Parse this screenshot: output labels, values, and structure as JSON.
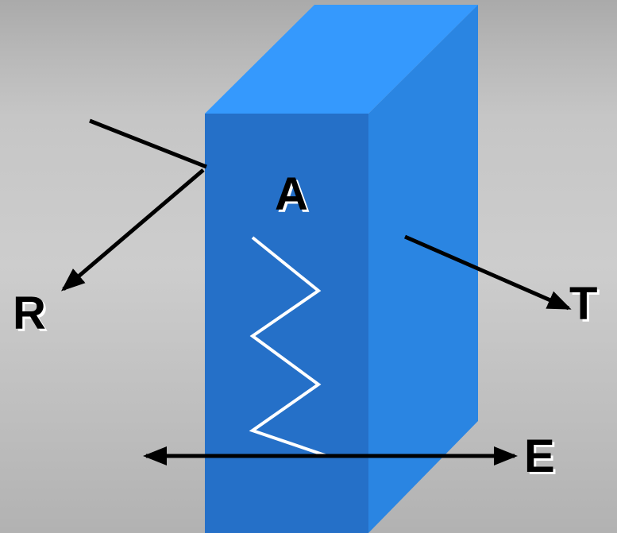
{
  "labels": {
    "absorbed": "A",
    "reflected": "R",
    "transmitted": "T",
    "field": "E"
  },
  "colors": {
    "slab_front": "#2570c8",
    "slab_top": "#3599fd",
    "slab_side": "#2a85e2",
    "arrows": "#000000",
    "wave": "#ffffff"
  }
}
